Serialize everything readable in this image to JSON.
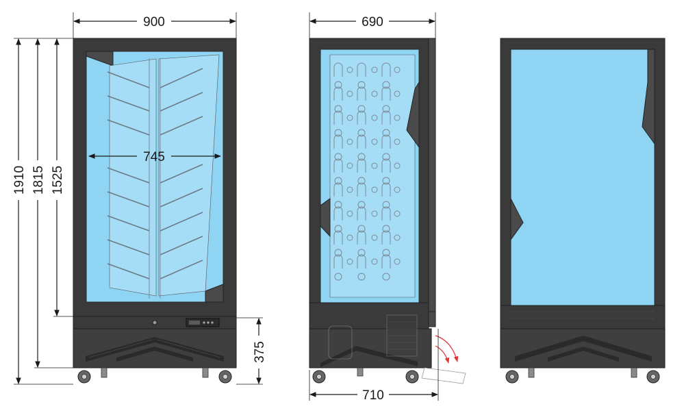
{
  "views": {
    "front": {
      "width_label": "900",
      "glass_width_label": "745",
      "heights": [
        "1910",
        "1815",
        "1525"
      ],
      "base_height_label": "375"
    },
    "side": {
      "depth_label": "690",
      "total_depth_label": "710"
    },
    "back": {}
  },
  "colors": {
    "frame": "#3a3a3a",
    "glass": "#8fd4f3",
    "door_swing": "#dd3333"
  }
}
